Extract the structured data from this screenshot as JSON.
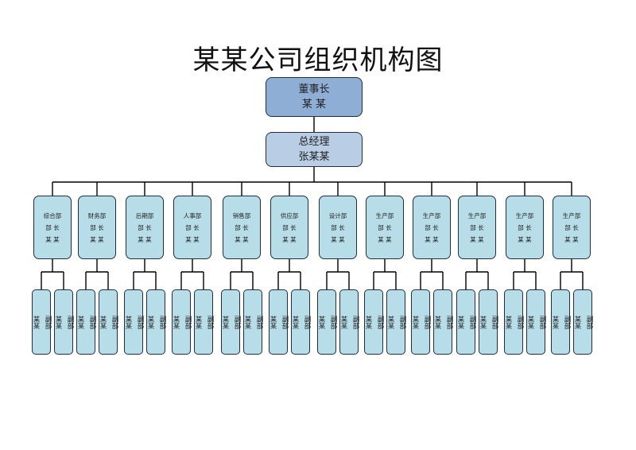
{
  "title": "某某公司组织机构图",
  "chairman": {
    "title": "董事长",
    "name": "某 某"
  },
  "general_manager": {
    "title": "总经理",
    "name": "张某某"
  },
  "departments": [
    {
      "name": "综合部",
      "head_title": "部 长",
      "head_name": "某 某"
    },
    {
      "name": "财务部",
      "head_title": "部 长",
      "head_name": "某 某"
    },
    {
      "name": "后期部",
      "head_title": "部 长",
      "head_name": "某 某"
    },
    {
      "name": "人事部",
      "head_title": "部 长",
      "head_name": "某 某"
    },
    {
      "name": "销售部",
      "head_title": "部 长",
      "head_name": "某 某"
    },
    {
      "name": "供应部",
      "head_title": "部 长",
      "head_name": "某 某"
    },
    {
      "name": "设计部",
      "head_title": "部 长",
      "head_name": "某 某"
    },
    {
      "name": "生产部",
      "head_title": "部 长",
      "head_name": "某 某"
    },
    {
      "name": "生产部",
      "head_title": "部 长",
      "head_name": "某 某"
    },
    {
      "name": "生产部",
      "head_title": "部 长",
      "head_name": "某 某"
    },
    {
      "name": "生产部",
      "head_title": "部 长",
      "head_name": "某 某"
    },
    {
      "name": "生产部",
      "head_title": "部 长",
      "head_name": "某 某"
    }
  ],
  "deputy": {
    "title": "副部",
    "name": "某某"
  },
  "colors": {
    "chairman_fill": "#8eaed6",
    "manager_fill": "#b9cde5",
    "department_fill": "#b7dee8",
    "line": "#000000"
  }
}
